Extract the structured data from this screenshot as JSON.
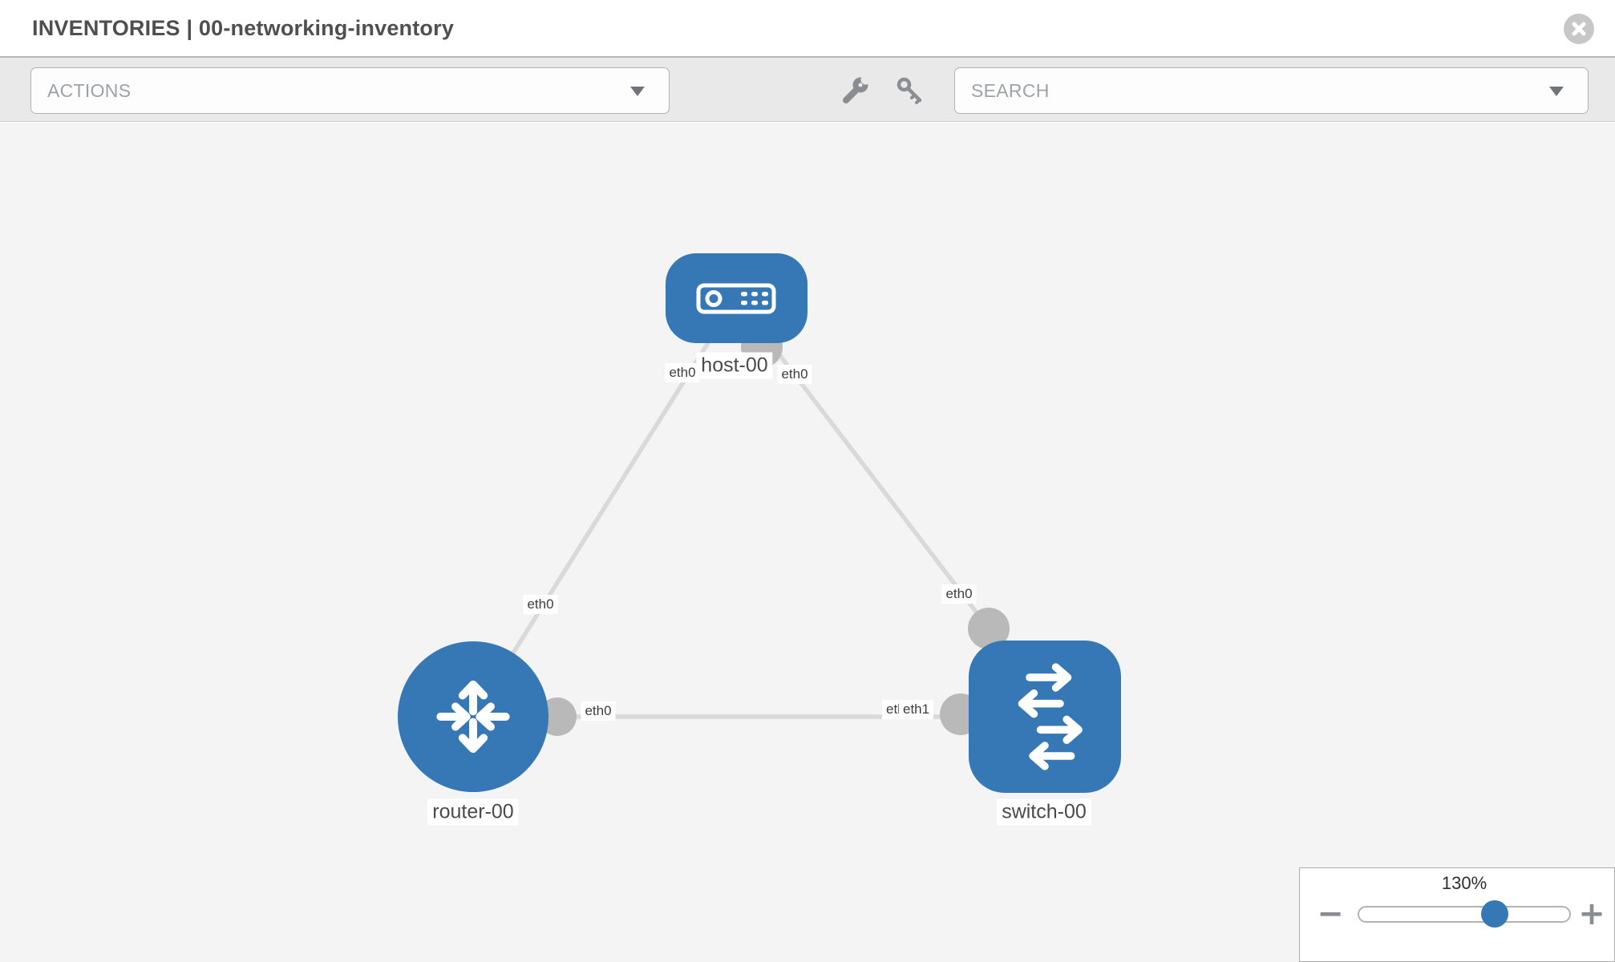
{
  "header": {
    "title": "INVENTORIES | 00-networking-inventory",
    "close_icon": "close"
  },
  "toolbar": {
    "actions": {
      "placeholder": "ACTIONS"
    },
    "search": {
      "placeholder": "SEARCH"
    },
    "icons": [
      "wrench",
      "key"
    ]
  },
  "topology": {
    "nodes": [
      {
        "id": "host-00",
        "type": "host",
        "label": "host-00"
      },
      {
        "id": "router-00",
        "type": "router",
        "label": "router-00"
      },
      {
        "id": "switch-00",
        "type": "switch",
        "label": "switch-00"
      }
    ],
    "links": [
      {
        "from": "router-00",
        "to": "host-00"
      },
      {
        "from": "host-00",
        "to": "switch-00"
      },
      {
        "from": "router-00",
        "to": "switch-00"
      }
    ],
    "interface_labels": [
      {
        "text": "eth0",
        "near": "host-00-left"
      },
      {
        "text": "eth0",
        "near": "host-00-right"
      },
      {
        "text": "eth0",
        "near": "router-host-link"
      },
      {
        "text": "eth0",
        "near": "host-switch-link"
      },
      {
        "text": "eth0",
        "near": "router-switch-link"
      },
      {
        "text": "eth0",
        "near": "switch-00-left-under"
      },
      {
        "text": "eth1",
        "near": "switch-00-left"
      }
    ]
  },
  "zoom_control": {
    "level": "130%",
    "minus_label": "−",
    "plus_label": "+",
    "slider_value_percent": 64
  },
  "colors": {
    "node_blue": "#3678b5",
    "link_gray": "#d9d9d9",
    "bubble_gray": "#b9b9b9",
    "toolbar_gray": "#e9e9e9",
    "canvas_gray": "#f4f4f4"
  }
}
